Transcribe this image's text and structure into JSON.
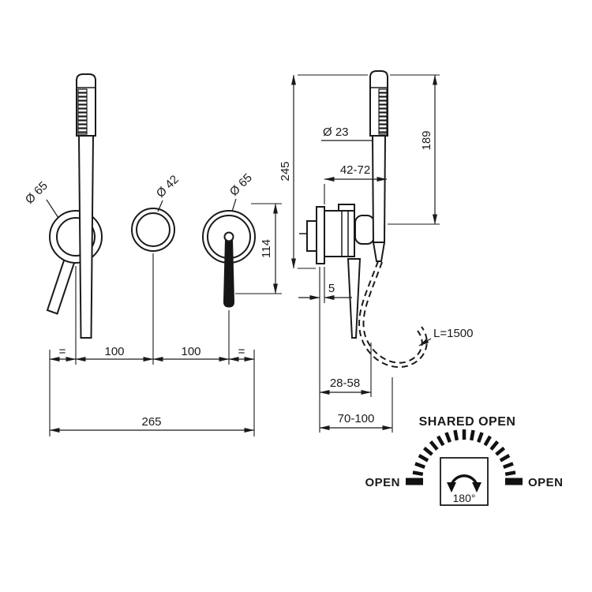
{
  "front_view": {
    "label_left": "Ø 65",
    "label_middle": "Ø 42",
    "label_right": "Ø 65",
    "dim_equal_left": "=",
    "dim_spacing_left": "100",
    "dim_spacing_right": "100",
    "dim_equal_right": "=",
    "dim_total_width": "265",
    "dim_handle_drop": "114"
  },
  "side_view": {
    "label_handshower_diameter": "Ø 23",
    "dim_total_height": "245",
    "dim_handshower_height": "189",
    "dim_depth_range_upper": "42-72",
    "dim_trim_depth": "5",
    "dim_depth_range_lower": "28-58",
    "dim_depth_overall": "70-100",
    "hose_length_label": "L=1500"
  },
  "rotation_diagram": {
    "title": "SHARED OPEN",
    "open_left": "OPEN",
    "open_right": "OPEN",
    "angle_label": "180°"
  },
  "colors": {
    "line": "#1a1a1a",
    "background": "#ffffff"
  }
}
